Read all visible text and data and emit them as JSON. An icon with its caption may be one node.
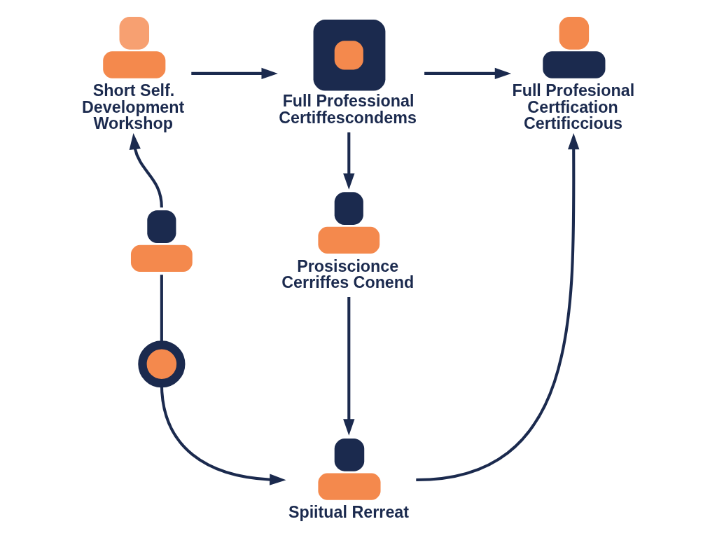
{
  "diagram": {
    "nodes": [
      {
        "text": [
          "Short Self. Development Workshop"
        ]
      },
      {
        "text": [
          "Full Professional Certiffescondems"
        ]
      },
      {
        "text": [
          "Full Profesional Certfication Certificcious"
        ]
      },
      {
        "text": [
          "Prosiscionce Cerriffes Conend"
        ]
      },
      {
        "text": [
          "Spiitual Rerreat"
        ]
      },
      {
        "text": [],
        "shape": "person"
      },
      {
        "text": [],
        "shape": "circle"
      }
    ],
    "edges": [
      {
        "from": 0,
        "to": 1,
        "arrow": "to"
      },
      {
        "from": 1,
        "to": 2,
        "arrow": "to"
      },
      {
        "from": 1,
        "to": 3,
        "arrow": "to"
      },
      {
        "from": 5,
        "to": 0,
        "arrow": "to"
      },
      {
        "from": 3,
        "to": 4,
        "arrow": "to"
      },
      {
        "from": 5,
        "to": 6,
        "arrow": "none"
      },
      {
        "from": 6,
        "to": 4,
        "arrow": "to"
      },
      {
        "from": 4,
        "to": 2,
        "arrow": "to"
      }
    ]
  }
}
